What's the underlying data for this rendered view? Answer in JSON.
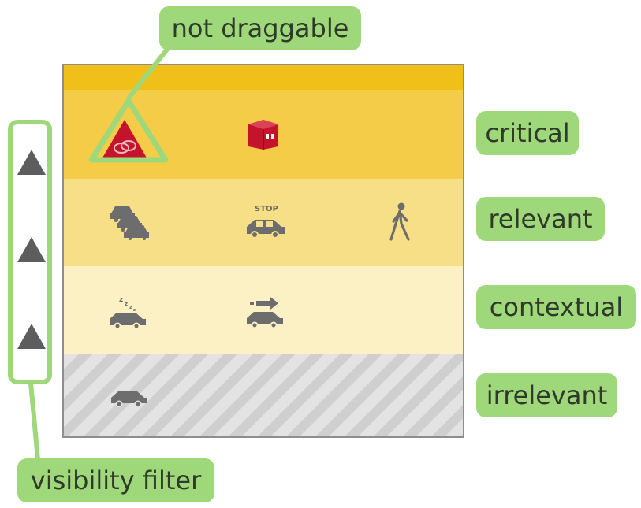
{
  "callouts": {
    "not_draggable": "not draggable",
    "visibility_filter": "visibility filter"
  },
  "levels": {
    "critical": "critical",
    "relevant": "relevant",
    "contextual": "contextual",
    "irrelevant": "irrelevant"
  },
  "icons": {
    "stop_sign_text": "STOP",
    "critical": [
      "crash-warning-icon",
      "package-icon"
    ],
    "relevant": [
      "traffic-jam-icon",
      "car-stop-icon",
      "pedestrian-icon"
    ],
    "contextual": [
      "sleeping-driver-car-icon",
      "moving-car-icon"
    ],
    "irrelevant": [
      "car-icon"
    ]
  },
  "colors": {
    "accent_green": "#9fd87a",
    "critical": "#f4cc47",
    "relevant": "#f6df86",
    "contextual": "#fbf1c5",
    "irrelevant": "#d6d6d6",
    "warning_red": "#c4142b"
  }
}
